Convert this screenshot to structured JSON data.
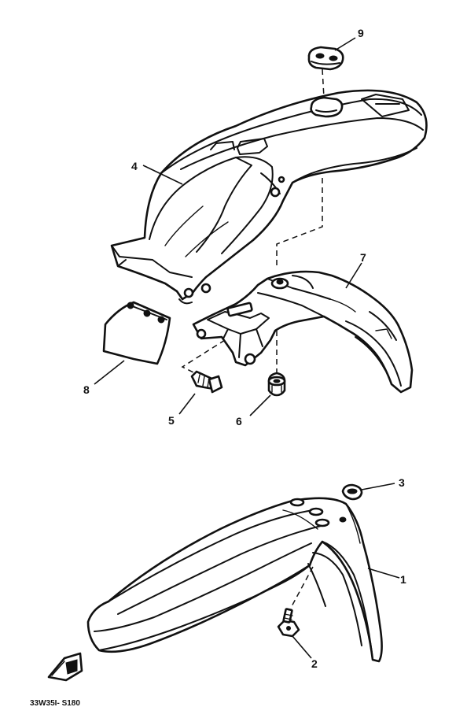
{
  "callouts": {
    "c1": "1",
    "c2": "2",
    "c3": "3",
    "c4": "4",
    "c5": "5",
    "c6": "6",
    "c7": "7",
    "c8": "8",
    "c9": "9"
  },
  "footer": {
    "code": "33W35I- S180"
  },
  "icons": {
    "front_arrow": "front-direction-arrow-icon"
  }
}
